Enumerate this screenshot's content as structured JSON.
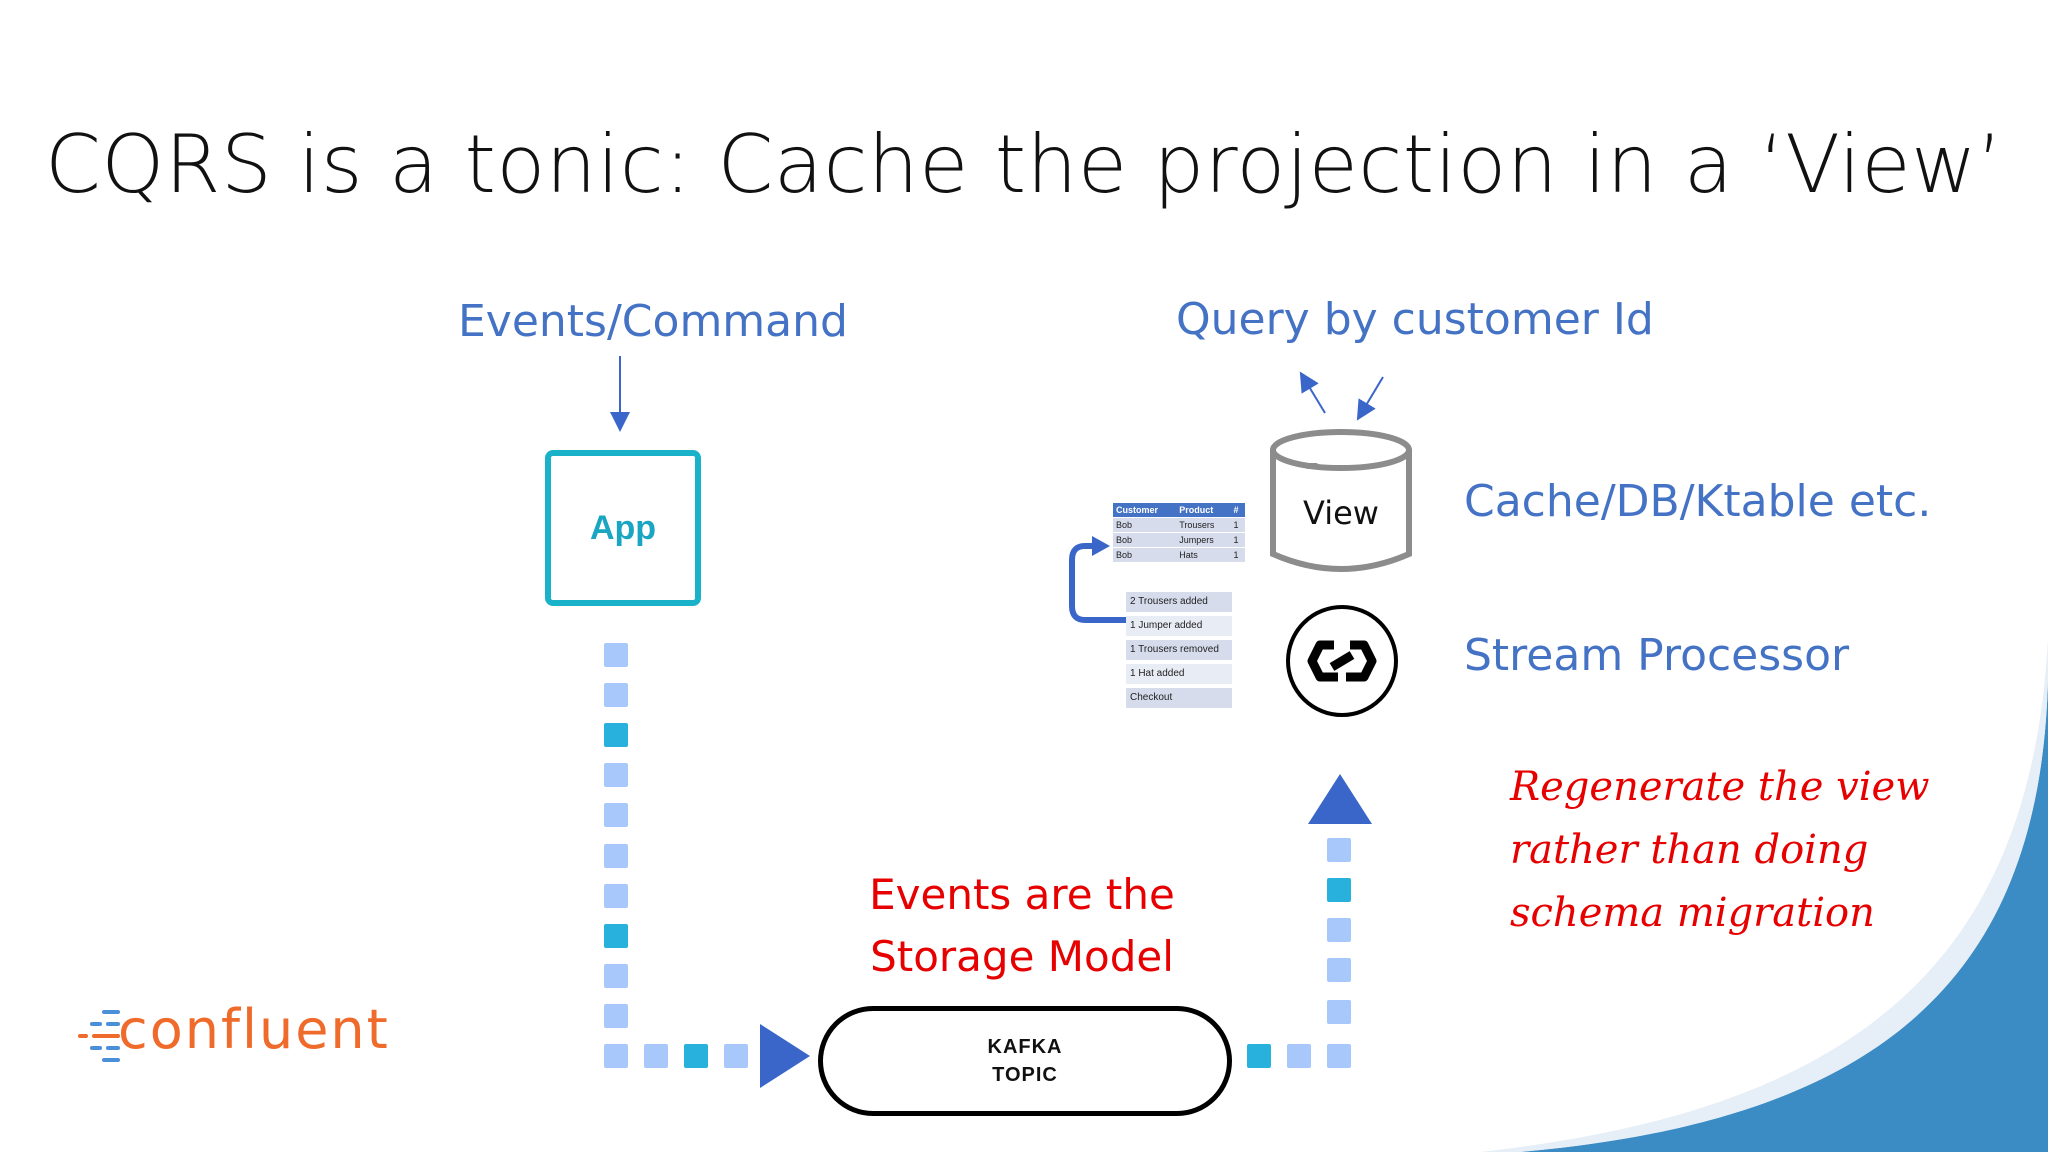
{
  "slide": {
    "title": "CQRS is a tonic: Cache the projection in a ‘View’"
  },
  "labels": {
    "events_command": "Events/Command",
    "query": "Query by customer Id",
    "cache": "Cache/DB/Ktable etc.",
    "stream_processor": "Stream Processor",
    "storage_line1": "Events are the",
    "storage_line2": "Storage Model",
    "regen_line1": "Regenerate the view",
    "regen_line2": "rather than doing",
    "regen_line3": "schema migration"
  },
  "app": {
    "label": "App"
  },
  "kafka": {
    "line1": "KAFKA",
    "line2": "TOPIC"
  },
  "view": {
    "label": "View"
  },
  "table": {
    "headers": [
      "Customer",
      "Product",
      "#"
    ],
    "rows": [
      [
        "Bob",
        "Trousers",
        "1"
      ],
      [
        "Bob",
        "Jumpers",
        "1"
      ],
      [
        "Bob",
        "Hats",
        "1"
      ]
    ]
  },
  "events": [
    "2 Trousers added",
    "1 Jumper added",
    "1 Trousers removed",
    "1 Hat added",
    "Checkout"
  ],
  "logo": {
    "text": "confluent"
  },
  "colors": {
    "label_blue": "#4472c4",
    "accent_red": "#e60000",
    "app_teal": "#1ab2c8",
    "square_light": "#a8c8fb",
    "square_dark": "#29b1dd",
    "arrow_blue": "#3a66c9",
    "corner_blue": "#3b8bc4",
    "logo_orange": "#ef6b2b"
  }
}
